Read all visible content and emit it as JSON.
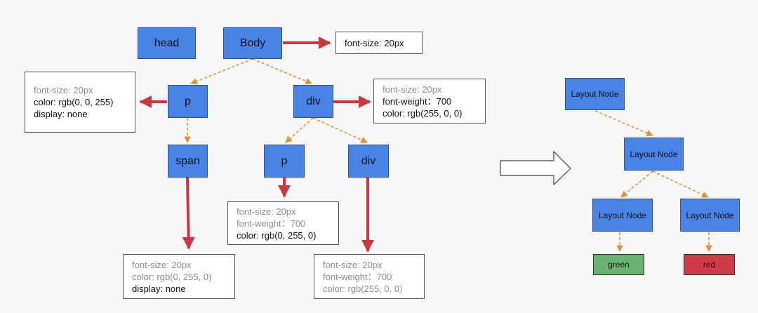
{
  "dom_tree": {
    "head": "head",
    "body": "Body",
    "p1": "p",
    "div1": "div",
    "span": "span",
    "p2": "p",
    "div2": "div"
  },
  "styles": {
    "body_box": [
      {
        "text": "font-size: 20px",
        "style": "strong"
      }
    ],
    "p1_box": [
      {
        "text": "font-size: 20px",
        "style": "muted"
      },
      {
        "text": "color: rgb(0, 0, 255)",
        "style": "strong"
      },
      {
        "text": "display: none",
        "style": "strong"
      }
    ],
    "div1_box": [
      {
        "text": "font-size: 20px",
        "style": "muted"
      },
      {
        "text": "font-weight：700",
        "style": "strong"
      },
      {
        "text": "color: rgb(255, 0, 0)",
        "style": "strong"
      }
    ],
    "span_box": [
      {
        "text": "font-size: 20px",
        "style": "muted"
      },
      {
        "text": "color: rgb(0, 255, 0)",
        "style": "muted"
      },
      {
        "text": "display: none",
        "style": "strong"
      }
    ],
    "p2_box": [
      {
        "text": "font-size: 20px",
        "style": "muted"
      },
      {
        "text": "font-weight：700",
        "style": "muted"
      },
      {
        "text": "color: rgb(0, 255, 0)",
        "style": "strong"
      }
    ],
    "div2_box": [
      {
        "text": "font-size: 20px",
        "style": "muted"
      },
      {
        "text": "font-weight：700",
        "style": "muted"
      },
      {
        "text": "color: rgb(255, 0, 0)",
        "style": "muted"
      }
    ]
  },
  "layout_tree": {
    "root": "Layout Node",
    "child": "Layout Node",
    "left": "Layout Node",
    "right": "Layout Node",
    "left_leaf": "green",
    "right_leaf": "red"
  },
  "colors": {
    "node_fill": "#4a83e6",
    "style_arrow": "#c9373f",
    "tree_edge": "#e0903a",
    "green_leaf": "#6cb372",
    "red_leaf": "#d13b47"
  }
}
